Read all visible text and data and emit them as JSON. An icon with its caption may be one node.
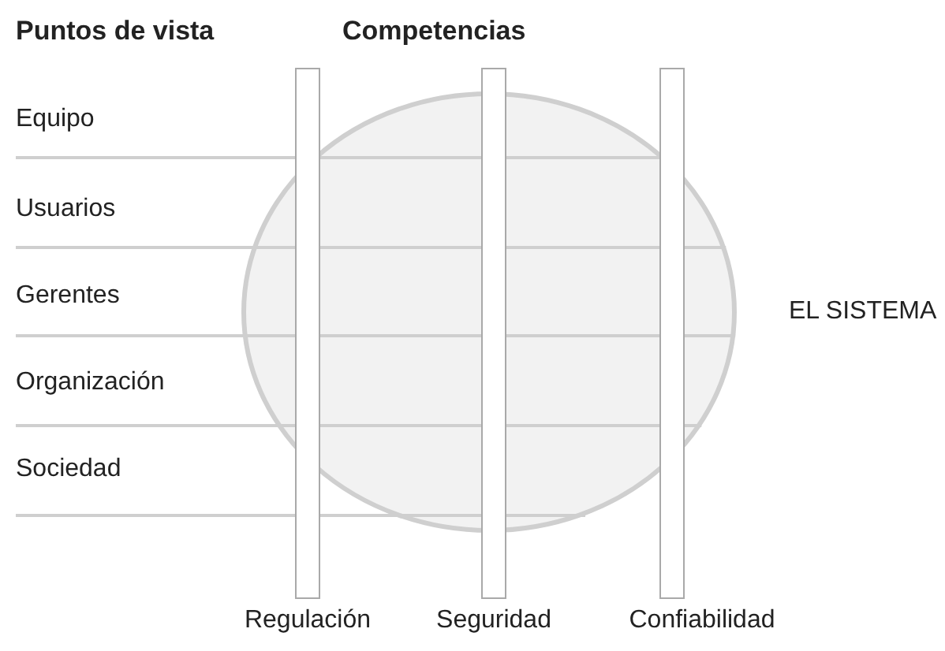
{
  "diagram": {
    "nodes": [
      {
        "text": [],
        "shape": "circle",
        "beside": [
          "EL SISTEMA"
        ]
      },
      {
        "text": [],
        "shape": "bar",
        "beside": [
          "Regulación"
        ]
      },
      {
        "text": [],
        "shape": "bar",
        "beside": [
          "Seguridad"
        ]
      },
      {
        "text": [],
        "shape": "bar",
        "beside": [
          "Confiabilidad"
        ]
      }
    ],
    "edges": [],
    "labels": [
      "Puntos de vista",
      "Competencias",
      "Equipo",
      "Usuarios",
      "Gerentes",
      "Organización",
      "Sociedad"
    ]
  }
}
